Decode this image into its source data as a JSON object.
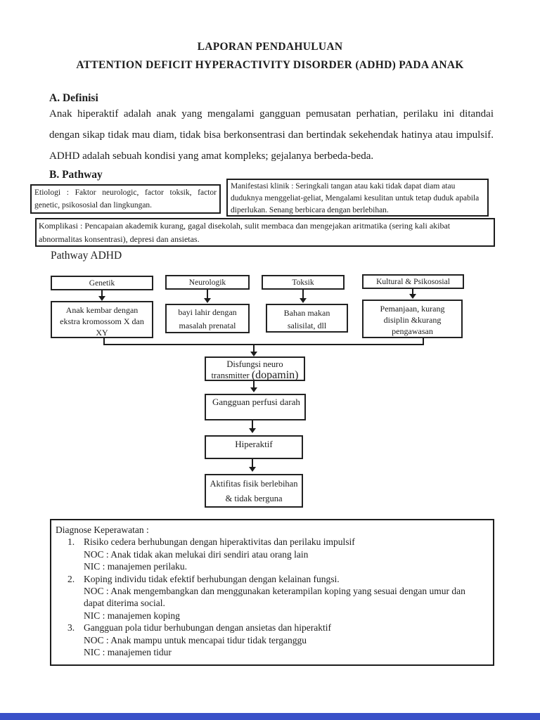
{
  "page": {
    "title_line1": "LAPORAN PENDAHULUAN",
    "title_line2": "ATTENTION DEFICIT HYPERACTIVITY DISORDER (ADHD) PADA ANAK"
  },
  "definisi": {
    "heading": "A. Definisi",
    "body": "Anak hiperaktif adalah anak yang mengalami gangguan pemusatan perhatian, perilaku ini ditandai dengan sikap tidak mau diam, tidak bisa berkonsentrasi dan bertindak sekehendak hatinya atau impulsif. ADHD adalah sebuah kondisi yang amat kompleks; gejalanya berbeda-beda."
  },
  "pathway": {
    "heading": "B. Pathway",
    "etiologi": "Etiologi : Faktor neurologic, factor toksik, factor genetic, psikososial dan lingkungan.",
    "manifestasi": "Manifestasi klinik : Seringkali tangan atau kaki tidak dapat diam atau duduknya menggeliat-geliat, Mengalami kesulitan untuk tetap duduk apabila diperlukan. Senang berbicara dengan berlebihan.",
    "komplikasi": "Komplikasi : Pencapaian akademik kurang, gagal disekolah, sulit membaca dan mengejakan aritmatika (sering kali akibat abnormalitas konsentrasi), depresi dan ansietas.",
    "diagram_label": "Pathway ADHD"
  },
  "flowchart": {
    "categories": [
      {
        "label": "Genetik",
        "detail": [
          "Anak kembar dengan",
          "ekstra kromossom X dan",
          "XY"
        ]
      },
      {
        "label": "Neurologik",
        "detail": [
          "bayi lahir dengan",
          "masalah prenatal"
        ]
      },
      {
        "label": "Toksik",
        "detail": [
          "Bahan makan",
          "salisilat, dll"
        ]
      },
      {
        "label": "Kultural & Psikososial",
        "detail": [
          "Pemanjaan, kurang",
          "disiplin &kurang",
          "pengawasan"
        ]
      }
    ],
    "chain": {
      "disfungsi_line1": "Disfungsi neuro",
      "disfungsi_line2a": "transmitter",
      "disfungsi_line2b": "(dopamin)",
      "gangguan": "Gangguan perfusi darah",
      "hiperaktif": "Hiperaktif",
      "aktifitas_line1": "Aktifitas fisik berlebihan",
      "aktifitas_line2": "& tidak berguna"
    }
  },
  "diagnosa": {
    "heading": "Diagnose Keperawatan :",
    "items": [
      {
        "num": "1.",
        "lines": [
          "Risiko cedera berhubungan dengan hiperaktivitas dan perilaku impulsif",
          "NOC : Anak tidak akan melukai diri sendiri atau orang lain",
          "NIC : manajemen perilaku."
        ]
      },
      {
        "num": "2.",
        "lines": [
          "Koping individu tidak efektif berhubungan dengan kelainan fungsi.",
          "NOC : Anak mengembangkan dan menggunakan keterampilan koping yang sesuai dengan umur dan dapat diterima social.",
          "NIC : manajemen koping"
        ]
      },
      {
        "num": "3.",
        "lines": [
          "Gangguan pola tidur berhubungan dengan ansietas dan hiperaktif",
          "NOC : Anak mampu untuk mencapai tidur tidak terganggu",
          "NIC : manajemen tidur"
        ]
      }
    ]
  },
  "colors": {
    "ink": "#1d1d1d",
    "page_background": "#ffffff",
    "footer_bar": "#3950c8"
  }
}
